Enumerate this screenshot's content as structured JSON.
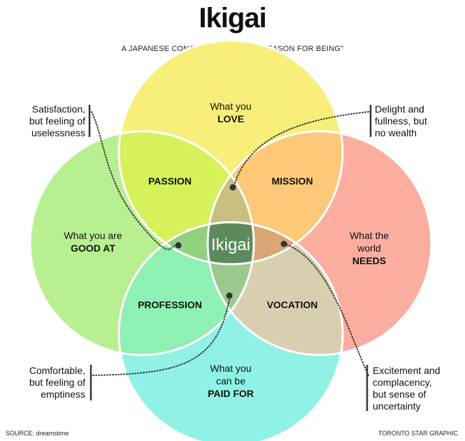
{
  "title": "Ikigai",
  "subtitle": "A JAPANESE CONCEPT MEANING \"A REASON FOR BEING\"",
  "circles": {
    "love": {
      "line1": "What you",
      "line2": "LOVE",
      "color": "#f7ef7a"
    },
    "good_at": {
      "line1": "What you are",
      "line2": "GOOD AT",
      "color": "#b8ef90"
    },
    "world_needs": {
      "line1": "What the",
      "line2": "world",
      "line3": "NEEDS",
      "color": "#fbaea0"
    },
    "paid_for": {
      "line1": "What you",
      "line2": "can be",
      "line3": "PAID FOR",
      "color": "#8ff2e5"
    }
  },
  "overlaps": {
    "passion": "PASSION",
    "mission": "MISSION",
    "profession": "PROFESSION",
    "vocation": "VOCATION",
    "center": "Ikigai"
  },
  "notes": {
    "top_left": [
      "Satisfaction,",
      "but feeling of",
      "uselessness"
    ],
    "top_right": [
      "Delight and",
      "fullness, but",
      "no wealth"
    ],
    "bottom_left": [
      "Comfortable,",
      "but feeling of",
      "emptiness"
    ],
    "bottom_right": [
      "Excitement and",
      "complacency,",
      "but sense of",
      "uncertainty"
    ]
  },
  "source": "SOURCE: dreamstime",
  "credit": "TORONTO STAR GRAPHIC"
}
